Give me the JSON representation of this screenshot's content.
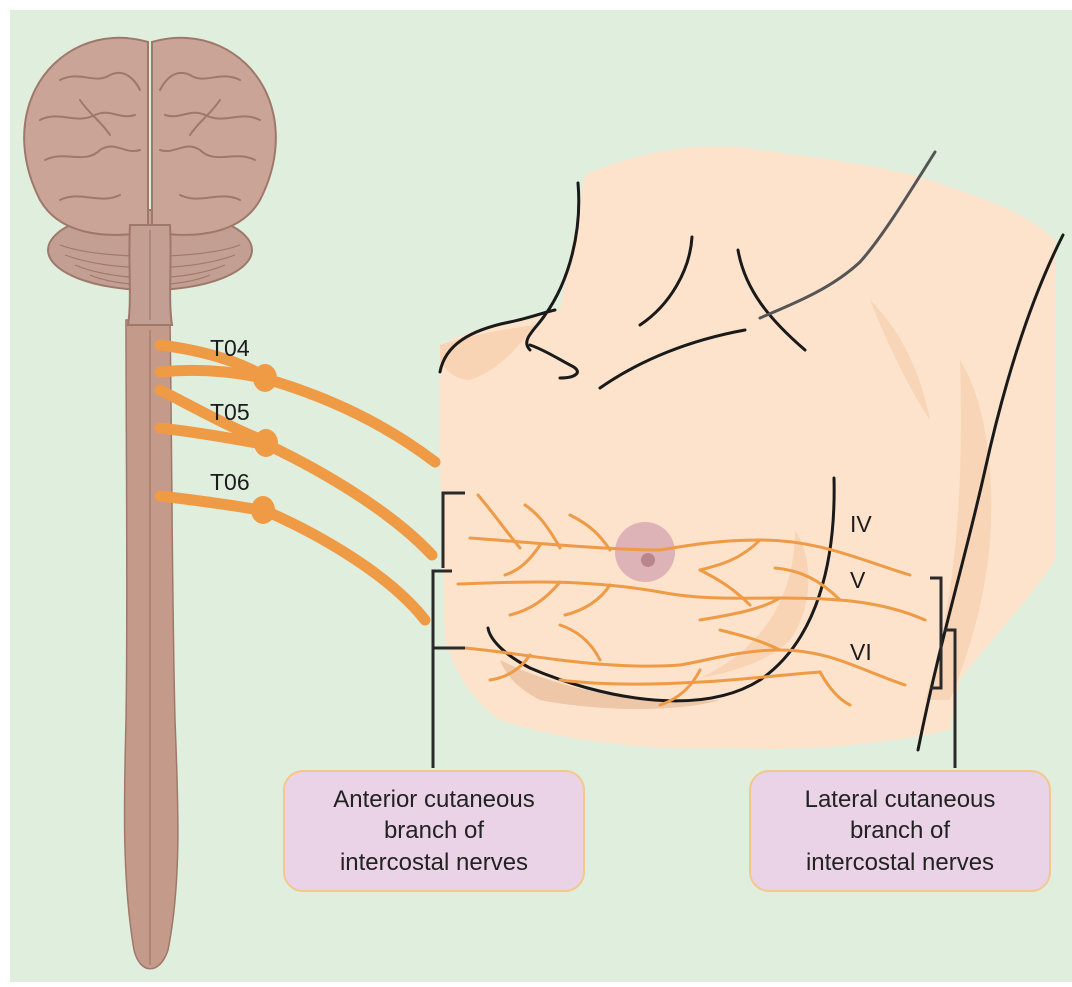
{
  "diagram": {
    "spinal_levels": [
      "T04",
      "T05",
      "T06"
    ],
    "intercostal_levels": [
      "IV",
      "V",
      "VI"
    ],
    "anterior_box": {
      "lines": [
        "Anterior cutaneous",
        "branch of",
        "intercostal nerves"
      ]
    },
    "lateral_box": {
      "lines": [
        "Lateral cutaneous",
        "branch of",
        "intercostal nerves"
      ]
    }
  },
  "colors": {
    "background": "#dfeedd",
    "skin": "#fde3cc",
    "skin_shadow": "#f7cfae",
    "nerve": "#ef9a45",
    "brain": "#caa597",
    "brain_outline": "#9f786a",
    "spinal_cord": "#c49b8b",
    "areola": "#d8aab3",
    "label_box": "#ead3e6",
    "label_box_border": "#f2c98a"
  }
}
